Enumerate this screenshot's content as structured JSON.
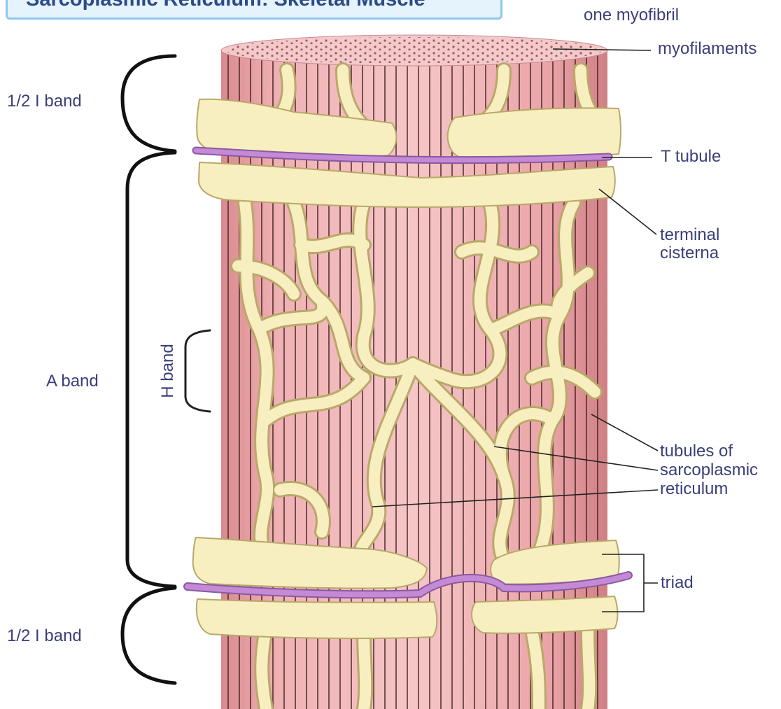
{
  "title": "Sarcoplasmic Reticulum: Skeletal Muscle",
  "labels": {
    "one_myofibril": "one myofibril",
    "myofilaments": "myofilaments",
    "t_tubule": "T tubule",
    "terminal_cisterna_1": "terminal",
    "terminal_cisterna_2": "cisterna",
    "tubules_1": "tubules of",
    "tubules_2": "sarcoplasmic",
    "tubules_3": "reticulum",
    "triad": "triad",
    "half_i_band_top": "1/2 I  band",
    "a_band": "A band",
    "h_band": "H band",
    "half_i_band_bottom": "1/2 I  band"
  },
  "colors": {
    "muscle": "#e8a4a6",
    "muscle_stripes": "#3a1a1e",
    "reticulum": "#f8efc0",
    "reticulum_outline": "#b9a86a",
    "t_tubule": "#c58ad6",
    "label_text": "#3a3f7a",
    "title_fill": "#e4f3fc",
    "title_border": "#8fc8ec"
  }
}
